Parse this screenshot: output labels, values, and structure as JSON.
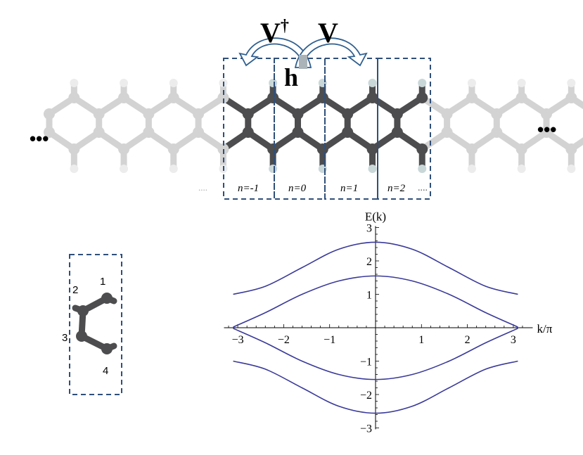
{
  "diagram": {
    "hop_left_label": "V",
    "hop_left_superscript": "†",
    "hop_right_label": "V",
    "onsite_label": "h",
    "ellipsis_left": "•••",
    "ellipsis_right": "•••",
    "cells": [
      {
        "label": "n=-1"
      },
      {
        "label": "n=0"
      },
      {
        "label": "n=1"
      },
      {
        "label": "n=2"
      }
    ],
    "dots_left": "....",
    "dots_right": "....",
    "unit_cell_sites": [
      "1",
      "2",
      "3",
      "4"
    ]
  },
  "colors": {
    "carbon_active": "#4d4d4f",
    "carbon_faded": "#d3d3d3",
    "hydrogen_active": "#c9d7d8",
    "hydrogen_faded": "#ececec",
    "box_dash": "#2f4f7a",
    "arrow_fill": "#ffffff",
    "arrow_stroke": "#2f5f8f",
    "band": "#3a3a9a"
  },
  "chart_data": {
    "type": "line",
    "xlabel": "k/π",
    "ylabel": "E(k)",
    "xlim": [
      -3.3,
      3.3
    ],
    "ylim": [
      -3,
      3
    ],
    "xticks": [
      -3,
      -2,
      -1,
      1,
      2,
      3
    ],
    "xtick_labels": [
      "−3",
      "−2",
      "−1",
      "1",
      "2",
      "3"
    ],
    "yticks": [
      -3,
      -2,
      -1,
      1,
      2,
      3
    ],
    "ytick_labels": [
      "−3",
      "−2",
      "−1",
      "1",
      "2",
      "3"
    ],
    "grid": false,
    "series": [
      {
        "x": [
          -3.1,
          -2.4,
          -1.6,
          -0.8,
          0,
          0.8,
          1.6,
          2.4,
          3.1
        ],
        "y": [
          1.0,
          1.24,
          1.8,
          2.35,
          2.56,
          2.35,
          1.8,
          1.24,
          1.0
        ]
      },
      {
        "x": [
          -3.1,
          -2.4,
          -1.6,
          -0.8,
          0,
          0.8,
          1.6,
          2.4,
          3.1
        ],
        "y": [
          0.02,
          0.45,
          1.0,
          1.4,
          1.55,
          1.4,
          1.0,
          0.45,
          0.02
        ]
      },
      {
        "x": [
          -3.1,
          -2.4,
          -1.6,
          -0.8,
          0,
          0.8,
          1.6,
          2.4,
          3.1
        ],
        "y": [
          -0.02,
          -0.45,
          -1.0,
          -1.4,
          -1.55,
          -1.4,
          -1.0,
          -0.45,
          -0.02
        ]
      },
      {
        "x": [
          -3.1,
          -2.4,
          -1.6,
          -0.8,
          0,
          0.8,
          1.6,
          2.4,
          3.1
        ],
        "y": [
          -1.0,
          -1.24,
          -1.8,
          -2.35,
          -2.56,
          -2.35,
          -1.8,
          -1.24,
          -1.0
        ]
      }
    ]
  }
}
